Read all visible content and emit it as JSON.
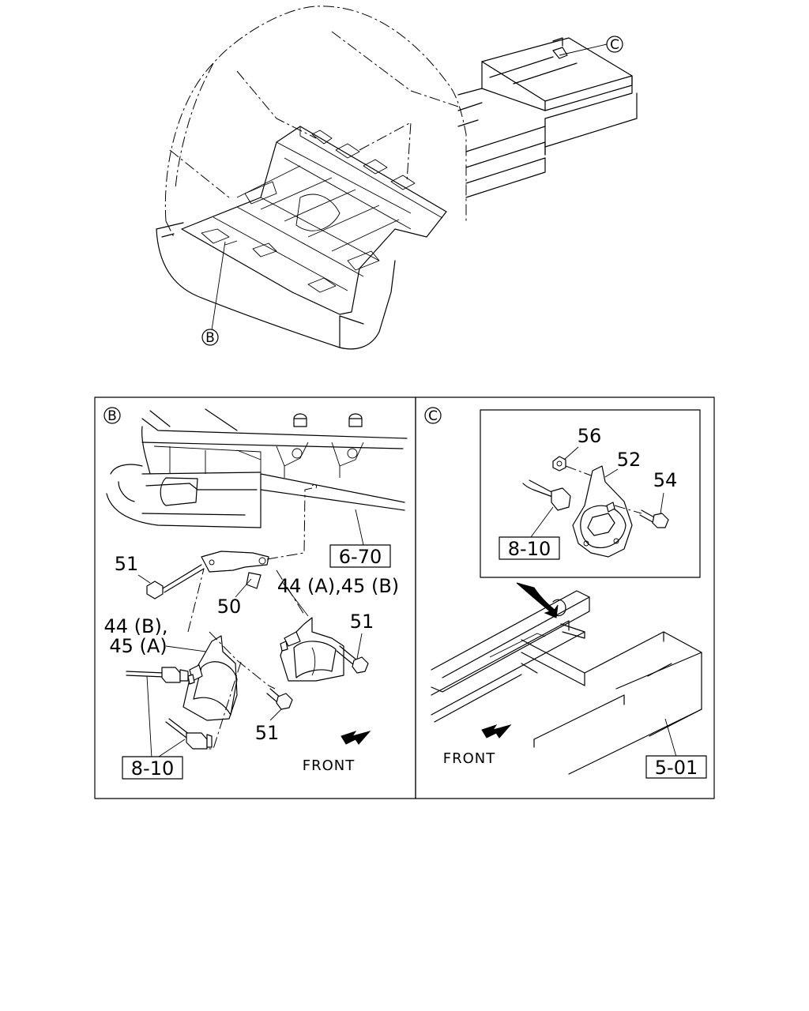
{
  "callouts": {
    "b_main": "B",
    "c_main": "C",
    "b_panel": "B",
    "c_panel": "C"
  },
  "panel_b": {
    "refs": {
      "ref_6_70": "6-70",
      "ref_8_10": "8-10"
    },
    "parts": {
      "p51_top": "51",
      "p50": "50",
      "p44a_45b": "44 (A),45 (B)",
      "p51_right": "51",
      "p44b": "44 (B),",
      "p45a": "45 (A)",
      "p51_bottom": "51"
    },
    "front_label": "FRONT"
  },
  "panel_c": {
    "refs": {
      "ref_8_10": "8-10",
      "ref_5_01": "5-01"
    },
    "parts": {
      "p56": "56",
      "p52": "52",
      "p54": "54"
    },
    "front_label": "FRONT"
  }
}
